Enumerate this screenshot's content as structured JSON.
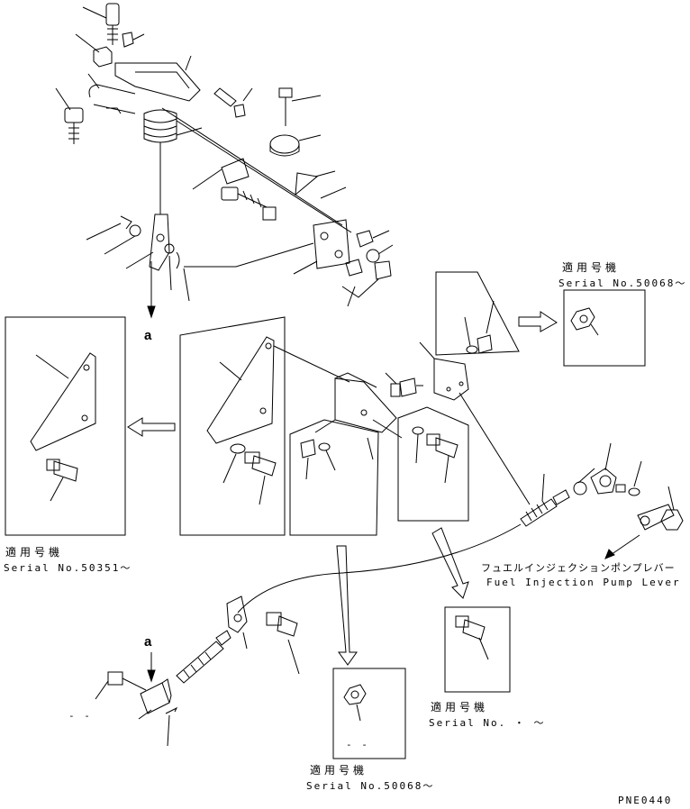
{
  "callouts": [
    {
      "id": "c1",
      "jp": "適用号機",
      "serial": "Serial No.50068〜"
    },
    {
      "id": "c2",
      "jp": "適用号機",
      "serial": "Serial No.50351〜"
    },
    {
      "id": "c3",
      "jp": "適用号機",
      "serial": "Serial No.  ・ 〜"
    },
    {
      "id": "c4",
      "jp": "適用号機",
      "serial": "Serial No.50068〜"
    }
  ],
  "pump_lever": {
    "jp": "フュエルインジェクションポンプレバー",
    "en": "Fuel Injection Pump Lever"
  },
  "ref_a_top": "a",
  "ref_a_bottom": "a",
  "dash_left": "- -",
  "dash_bottom": "- -",
  "drawing_code": "PNE0440",
  "colors": {
    "line": "#000000",
    "background": "#ffffff"
  }
}
